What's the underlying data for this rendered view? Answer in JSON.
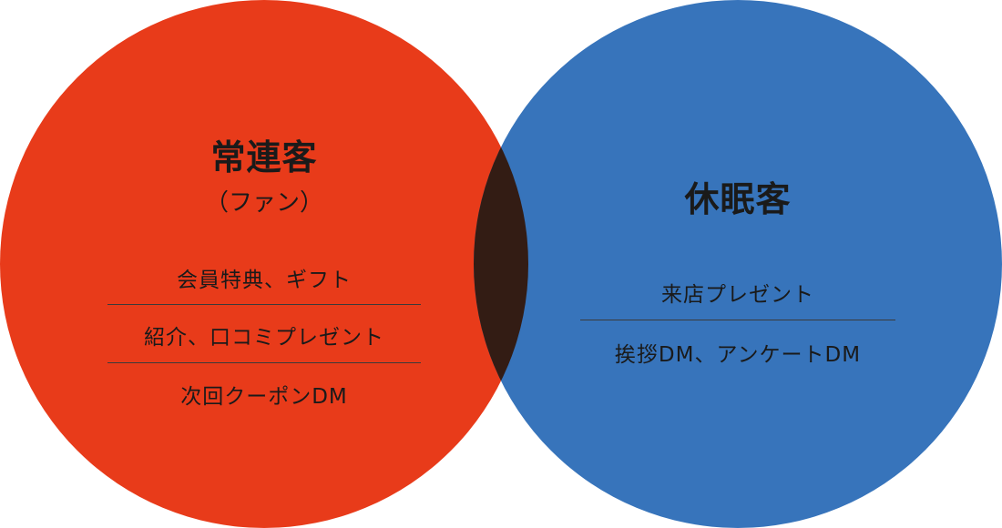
{
  "colors": {
    "left_circle": "#e83b1a",
    "right_circle": "#3774bb",
    "overlap": "#331c14"
  },
  "left_group": {
    "title": "常連客",
    "subtitle": "（ファン）",
    "items": [
      "会員特典、ギフト",
      "紹介、口コミプレゼント",
      "次回クーポンDM"
    ]
  },
  "right_group": {
    "title": "休眠客",
    "items": [
      "来店プレゼント",
      "挨拶DM、アンケートDM"
    ]
  }
}
